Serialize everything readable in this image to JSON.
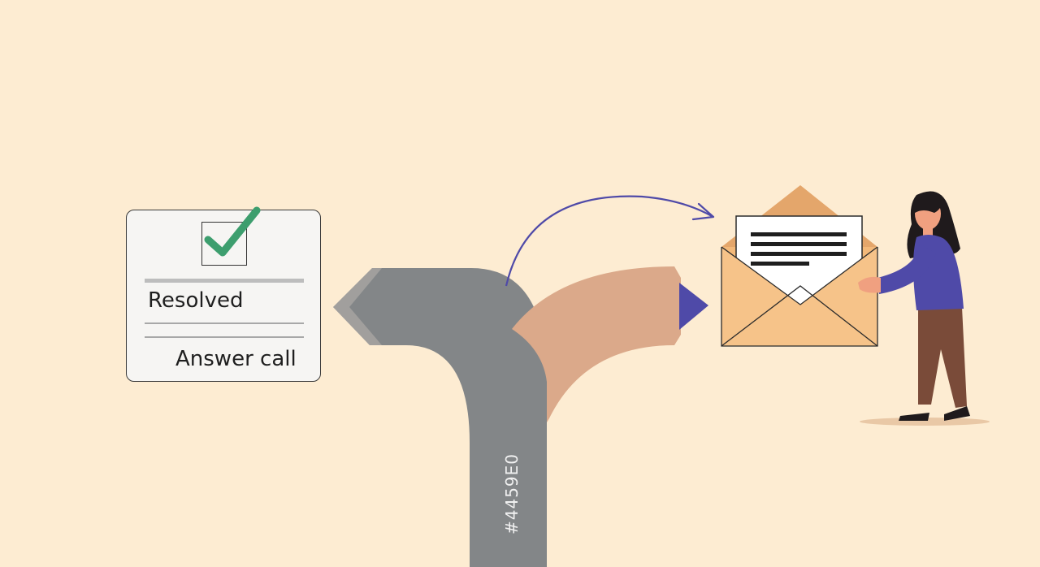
{
  "ticket_card": {
    "status_label": "Resolved",
    "action_label": "Answer call",
    "check_color": "#3d9e6e"
  },
  "tracking_code": "#4459E0",
  "colors": {
    "background": "#fdecd2",
    "gray_road": "#838688",
    "tan_road": "#dba98a",
    "arrow_tip": "#4f4aa8",
    "envelope": "#f3b97a",
    "sweater": "#4f4aa8",
    "pants": "#7a4b39"
  },
  "icons": [
    "checkbox-icon",
    "checkmark-icon",
    "envelope-icon",
    "letter-icon",
    "arrow-icon",
    "person-illustration"
  ]
}
